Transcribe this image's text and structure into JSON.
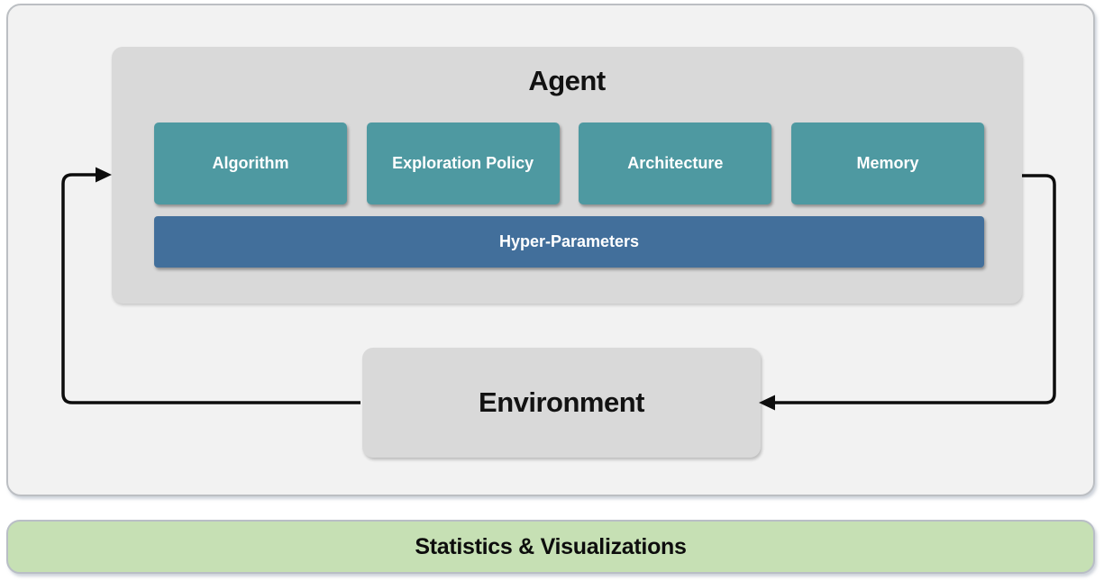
{
  "agent": {
    "title": "Agent",
    "modules": [
      {
        "label": "Algorithm"
      },
      {
        "label": "Exploration Policy"
      },
      {
        "label": "Architecture"
      },
      {
        "label": "Memory"
      }
    ],
    "hyper_parameters_label": "Hyper-Parameters"
  },
  "environment": {
    "title": "Environment"
  },
  "footer": {
    "label": "Statistics & Visualizations"
  },
  "colors": {
    "module_teal": "#4e99a1",
    "hyper_parameters_blue": "#426f9b",
    "inner_box_gray": "#d9d9d9",
    "container_gray": "#f2f2f2",
    "footer_green": "#c6e0b4",
    "arrow_black": "#0d0d0d"
  }
}
